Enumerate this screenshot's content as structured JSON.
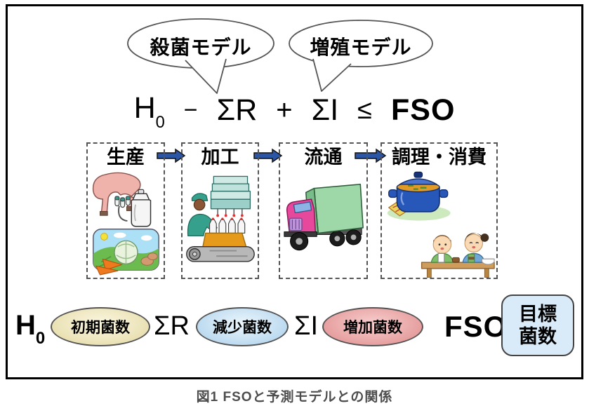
{
  "bubbles": [
    {
      "label": "殺菌モデル"
    },
    {
      "label": "増殖モデル"
    }
  ],
  "formula": {
    "h": "H",
    "h_sub": "0",
    "minus": "−",
    "sum_r": "ΣR",
    "plus": "+",
    "sum_i": "ΣI",
    "leq": "≤",
    "fso": "FSO"
  },
  "stages": [
    {
      "label": "生産"
    },
    {
      "label": "加工"
    },
    {
      "label": "流通"
    },
    {
      "label": "調理・消費"
    }
  ],
  "legend": {
    "h0": {
      "symbol": "H",
      "symbol_sub": "0",
      "label": "初期菌数",
      "fill_center": "#fcf8e3",
      "fill_edge": "#e2d7a0"
    },
    "sum_r": {
      "symbol": "ΣR",
      "label": "減少菌数",
      "fill_center": "#ecf6fc",
      "fill_edge": "#a9cfeb"
    },
    "sum_i": {
      "symbol": "ΣI",
      "label": "増加菌数",
      "fill_center": "#f7cfcf",
      "fill_edge": "#e08b8b"
    },
    "fso": {
      "symbol": "FSO",
      "label_line1": "目標",
      "label_line2": "菌数",
      "fill": "#d9eaf8"
    }
  },
  "caption": "図1 FSOと予測モデルとの関係",
  "colors": {
    "arrow": "#2b55a5",
    "frame": "#000000",
    "bubble_stroke": "#555555"
  }
}
